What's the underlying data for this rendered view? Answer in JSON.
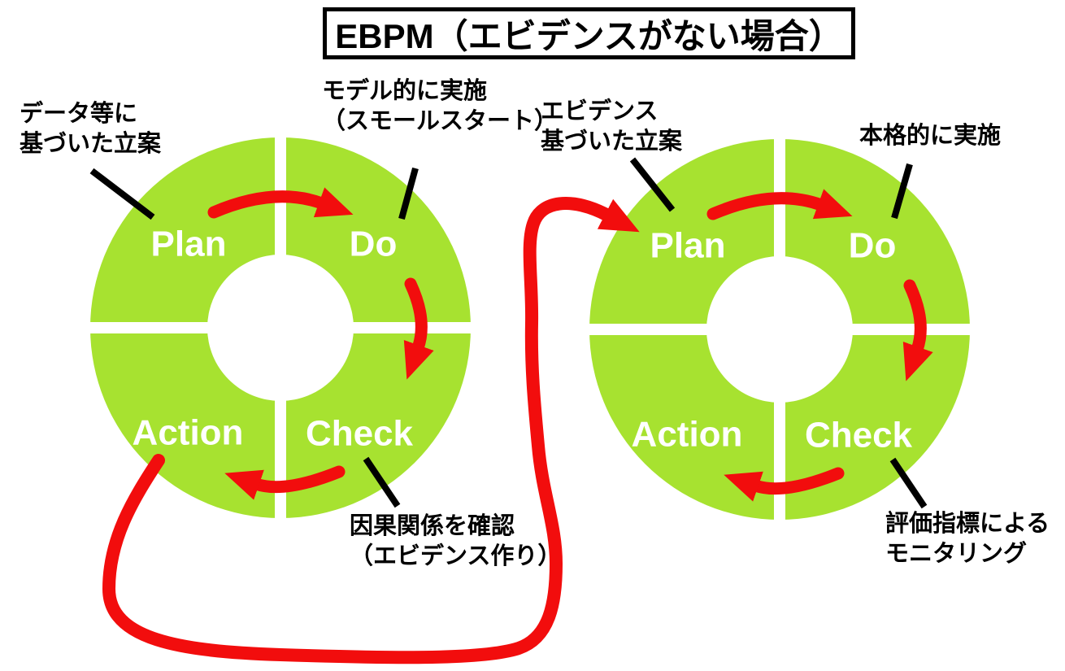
{
  "title": "EBPM（エビデンスがない場合）",
  "colors": {
    "green": "#A7E230",
    "red": "#F20D0D",
    "black": "#000000",
    "white": "#FFFFFF"
  },
  "left_cycle": {
    "quadrants": {
      "plan": "Plan",
      "do": "Do",
      "check": "Check",
      "action": "Action"
    },
    "annotations": {
      "plan": "データ等に\n基づいた立案",
      "do": "モデル的に実施\n（スモールスタート）",
      "check": "因果関係を確認\n（エビデンス作り）"
    }
  },
  "right_cycle": {
    "quadrants": {
      "plan": "Plan",
      "do": "Do",
      "check": "Check",
      "action": "Action"
    },
    "annotations": {
      "plan": "エビデンス\n基づいた立案",
      "do": "本格的に実施",
      "check": "評価指標による\nモニタリング"
    }
  }
}
